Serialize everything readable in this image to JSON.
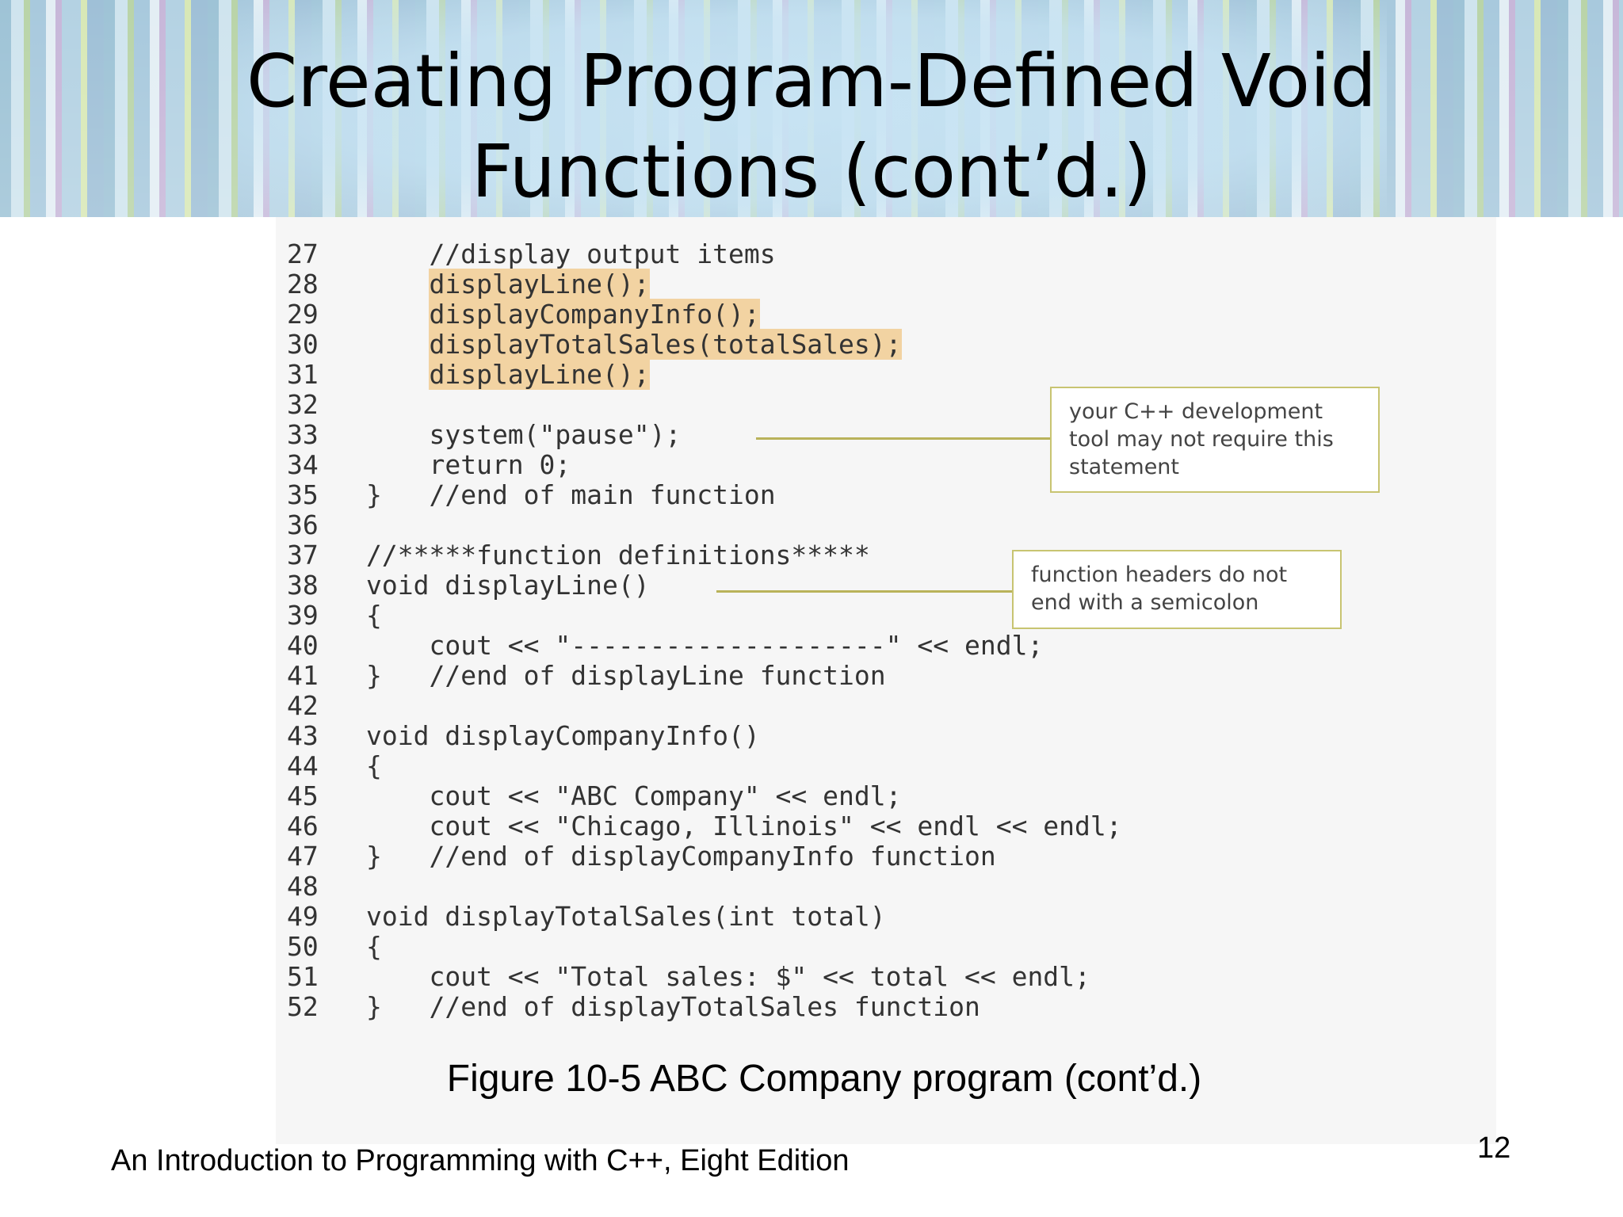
{
  "slide": {
    "title_line1": "Creating Program-Defined Void",
    "title_line2": "Functions (cont’d.)",
    "caption": "Figure 10-5 ABC Company program (cont’d.)",
    "footer": "An Introduction to Programming with C++, Eight Edition",
    "page_number": "12"
  },
  "code": [
    {
      "n": "27",
      "t": "    //display output items",
      "hl": false
    },
    {
      "n": "28",
      "t": "    ",
      "h": "displayLine();",
      "hl": true
    },
    {
      "n": "29",
      "t": "    ",
      "h": "displayCompanyInfo();",
      "hl": true
    },
    {
      "n": "30",
      "t": "    ",
      "h": "displayTotalSales(totalSales);",
      "hl": true
    },
    {
      "n": "31",
      "t": "    ",
      "h": "displayLine();",
      "hl": true
    },
    {
      "n": "32",
      "t": "",
      "hl": false
    },
    {
      "n": "33",
      "t": "    system(\"pause\");",
      "hl": false
    },
    {
      "n": "34",
      "t": "    return 0;",
      "hl": false
    },
    {
      "n": "35",
      "t": "}   //end of main function",
      "hl": false
    },
    {
      "n": "36",
      "t": "",
      "hl": false
    },
    {
      "n": "37",
      "t": "//*****function definitions*****",
      "hl": false
    },
    {
      "n": "38",
      "t": "void displayLine()",
      "hl": false
    },
    {
      "n": "39",
      "t": "{",
      "hl": false
    },
    {
      "n": "40",
      "t": "    cout << \"--------------------\" << endl;",
      "hl": false
    },
    {
      "n": "41",
      "t": "}   //end of displayLine function",
      "hl": false
    },
    {
      "n": "42",
      "t": "",
      "hl": false
    },
    {
      "n": "43",
      "t": "void displayCompanyInfo()",
      "hl": false
    },
    {
      "n": "44",
      "t": "{",
      "hl": false
    },
    {
      "n": "45",
      "t": "    cout << \"ABC Company\" << endl;",
      "hl": false
    },
    {
      "n": "46",
      "t": "    cout << \"Chicago, Illinois\" << endl << endl;",
      "hl": false
    },
    {
      "n": "47",
      "t": "}   //end of displayCompanyInfo function",
      "hl": false
    },
    {
      "n": "48",
      "t": "",
      "hl": false
    },
    {
      "n": "49",
      "t": "void displayTotalSales(int total)",
      "hl": false
    },
    {
      "n": "50",
      "t": "{",
      "hl": false
    },
    {
      "n": "51",
      "t": "    cout << \"Total sales: $\" << total << endl;",
      "hl": false
    },
    {
      "n": "52",
      "t": "}   //end of displayTotalSales function",
      "hl": false
    }
  ],
  "callouts": {
    "pause_note": "your C++ development tool may not require this statement",
    "header_note": "function headers do not end with a semicolon"
  }
}
